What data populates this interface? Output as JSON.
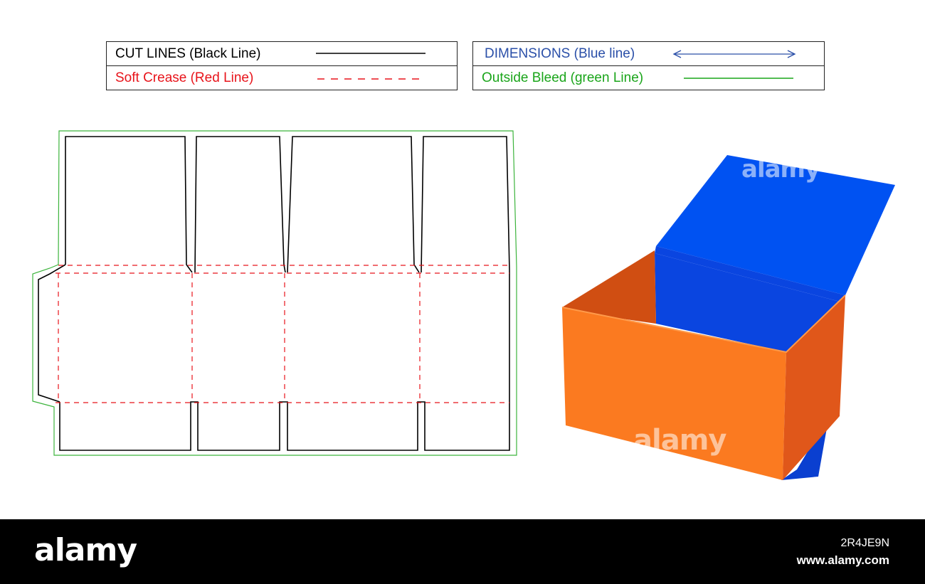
{
  "legend_left": {
    "row1": {
      "label": "CUT LINES (Black Line)",
      "color": "#000000"
    },
    "row2": {
      "label": "Soft Crease (Red Line)",
      "color": "#e8141b"
    }
  },
  "legend_right": {
    "row1": {
      "label": "DIMENSIONS (Blue line)",
      "color": "#2a4fa8"
    },
    "row2": {
      "label": "Outside Bleed (green Line)",
      "color": "#1aa51a"
    }
  },
  "colors": {
    "cut": "#000000",
    "crease": "#e8141b",
    "bleed": "#3cb43c",
    "box_orange": "#fb7a20",
    "box_orange_dark": "#e0571a",
    "box_blue": "#0052f2",
    "box_blue_dark": "#0a3fd0"
  },
  "watermark": {
    "text": "alamy"
  },
  "footer": {
    "logo": "alamy",
    "image_id": "2R4JE9N",
    "url": "www.alamy.com"
  }
}
